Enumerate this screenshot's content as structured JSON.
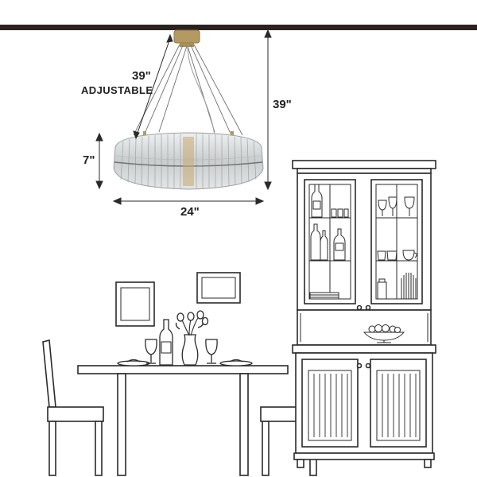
{
  "dimensions": {
    "cord_length": "39\"",
    "cord_note": "ADJUSTABLE",
    "overall_drop": "39\"",
    "fixture_height": "7\"",
    "fixture_width": "24\""
  },
  "colors": {
    "ceiling": "#2b2220",
    "line": "#2a2a2a",
    "canopy": "#b39a63",
    "crystal": "#d9dcdc",
    "crystal_shade": "#a9aeae",
    "crystal_gold": "#c8aa73",
    "label": "#222222"
  }
}
